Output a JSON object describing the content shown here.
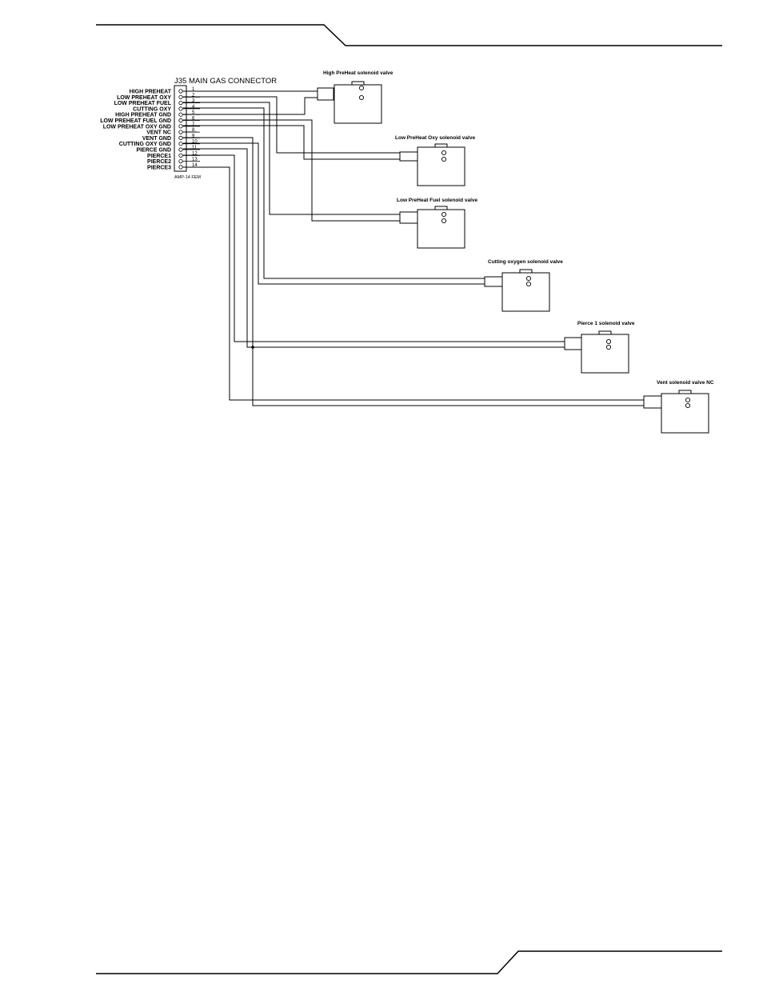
{
  "connector": {
    "title": "J35 MAIN GAS CONNECTOR",
    "type": "AMP-14 FEM",
    "pins": [
      {
        "num": "1",
        "label": "HIGH PREHEAT"
      },
      {
        "num": "2",
        "label": "LOW PREHEAT OXY"
      },
      {
        "num": "3",
        "label": "LOW PREHEAT FUEL"
      },
      {
        "num": "4",
        "label": "CUTTING OXY"
      },
      {
        "num": "5",
        "label": "HIGH PREHEAT GND"
      },
      {
        "num": "6",
        "label": "LOW PREHEAT FUEL GND"
      },
      {
        "num": "7",
        "label": "LOW PREHEAT OXY GND"
      },
      {
        "num": "8",
        "label": "VENT NC"
      },
      {
        "num": "9",
        "label": "VENT GND"
      },
      {
        "num": "10",
        "label": "CUTTING OXY GND"
      },
      {
        "num": "11",
        "label": "PIERCE GND"
      },
      {
        "num": "12",
        "label": "PIERCE1"
      },
      {
        "num": "13",
        "label": "PIERCE2"
      },
      {
        "num": "14",
        "label": "PIERCE3"
      }
    ]
  },
  "valves": [
    {
      "title": "High PreHeat solenoid valve"
    },
    {
      "title": "Low PreHeat Oxy solenoid valve"
    },
    {
      "title": "Low PreHeat Fuel solenoid valve"
    },
    {
      "title": "Cutting oxygen solenoid valve"
    },
    {
      "title": "Pierce 1 solenoid valve"
    },
    {
      "title": "Vent solenoid valve NC"
    }
  ]
}
